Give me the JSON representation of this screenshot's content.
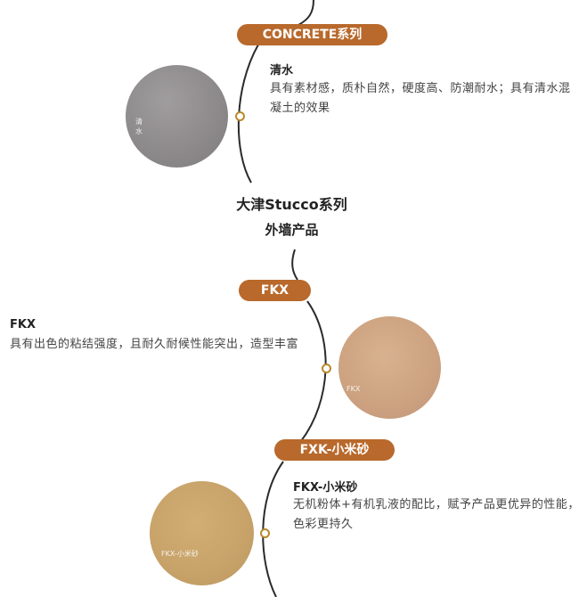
{
  "sections": [
    {
      "pill": "CONCRETE系列",
      "title": "清水",
      "description": "具有素材感，质朴自然，硬度高、防潮耐水；具有清水混凝土的效果",
      "swatch_label": "清\n水",
      "swatch_color": "#8d8a8c"
    },
    {
      "pill": "FKX",
      "title": "FKX",
      "description": "具有出色的粘结强度，且耐久耐候性能突出，造型丰富",
      "swatch_label": "FKX",
      "swatch_color": "#cfa582"
    },
    {
      "pill": "FXK-小米砂",
      "title": "FKX-小米砂",
      "description": "无机粉体+有机乳液的配比，赋予产品更优异的性能，色彩更持久",
      "swatch_label": "FKX-小米砂",
      "swatch_color": "#c9a56c"
    }
  ],
  "divider": {
    "title": "大津Stucco系列",
    "subtitle": "外墙产品"
  },
  "colors": {
    "accent": "#b8692b",
    "line": "#2b2b2b",
    "dot_border": "#b8892b"
  }
}
